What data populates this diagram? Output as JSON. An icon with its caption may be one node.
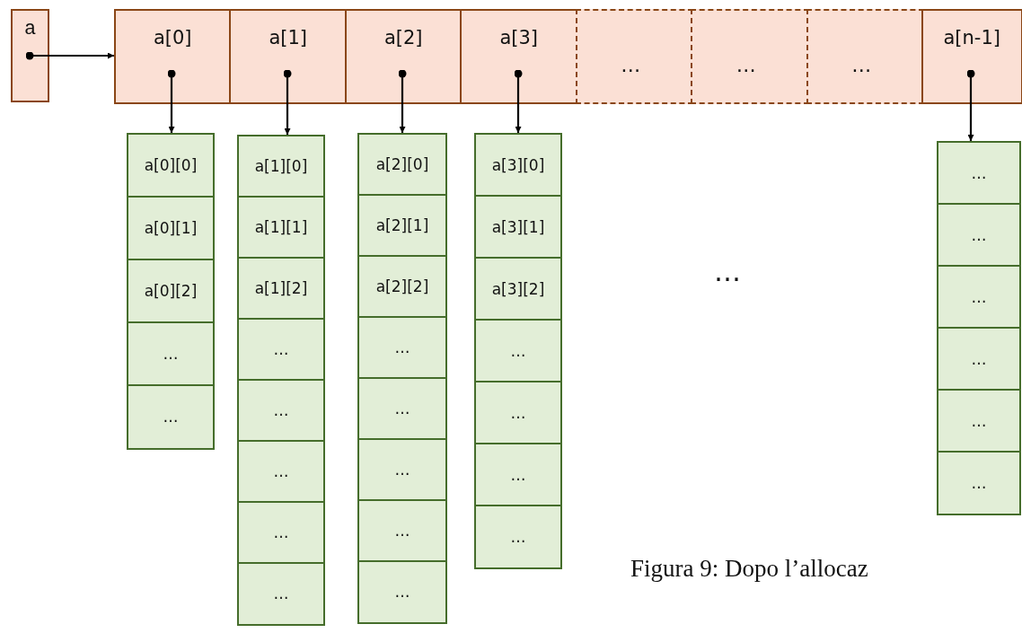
{
  "diagram": {
    "caption": "Figura 9: Dopo l’allocaz",
    "nodes": [
      {
        "text": [
          "a"
        ]
      },
      {
        "text": [
          "a[0]"
        ]
      },
      {
        "text": [
          "a[1]"
        ]
      },
      {
        "text": [
          "a[2]"
        ]
      },
      {
        "text": [
          "a[3]"
        ]
      },
      {
        "text": [
          "…"
        ]
      },
      {
        "text": [
          "…"
        ]
      },
      {
        "text": [
          "…"
        ]
      },
      {
        "text": [
          "a[n-1]"
        ]
      },
      {
        "text": [
          "a[0][0]"
        ]
      },
      {
        "text": [
          "a[0][1]"
        ]
      },
      {
        "text": [
          "a[0][2]"
        ]
      },
      {
        "text": [
          "…"
        ]
      },
      {
        "text": [
          "…"
        ]
      },
      {
        "text": [
          "a[1][0]"
        ]
      },
      {
        "text": [
          "a[1][1]"
        ]
      },
      {
        "text": [
          "a[1][2]"
        ]
      },
      {
        "text": [
          "…"
        ]
      },
      {
        "text": [
          "…"
        ]
      },
      {
        "text": [
          "…"
        ]
      },
      {
        "text": [
          "…"
        ]
      },
      {
        "text": [
          "…"
        ]
      },
      {
        "text": [
          "a[2][0]"
        ]
      },
      {
        "text": [
          "a[2][1]"
        ]
      },
      {
        "text": [
          "a[2][2]"
        ]
      },
      {
        "text": [
          "…"
        ]
      },
      {
        "text": [
          "…"
        ]
      },
      {
        "text": [
          "…"
        ]
      },
      {
        "text": [
          "…"
        ]
      },
      {
        "text": [
          "…"
        ]
      },
      {
        "text": [
          "a[3][0]"
        ]
      },
      {
        "text": [
          "a[3][1]"
        ]
      },
      {
        "text": [
          "a[3][2]"
        ]
      },
      {
        "text": [
          "…"
        ]
      },
      {
        "text": [
          "…"
        ]
      },
      {
        "text": [
          "…"
        ]
      },
      {
        "text": [
          "…"
        ]
      },
      {
        "text": [
          "…"
        ]
      },
      {
        "text": [
          "…"
        ]
      },
      {
        "text": [
          "…"
        ]
      },
      {
        "text": [
          "…"
        ]
      },
      {
        "text": [
          "…"
        ]
      },
      {
        "text": [
          "…"
        ]
      }
    ],
    "edges": [
      {
        "from": 0,
        "to": 1,
        "arrow": "to"
      },
      {
        "from": 1,
        "to": 9,
        "arrow": "to"
      },
      {
        "from": 2,
        "to": 14,
        "arrow": "to"
      },
      {
        "from": 3,
        "to": 22,
        "arrow": "to"
      },
      {
        "from": 4,
        "to": 30,
        "arrow": "to"
      },
      {
        "from": 8,
        "to": 37,
        "arrow": "to"
      }
    ],
    "labels": [
      "…"
    ]
  }
}
